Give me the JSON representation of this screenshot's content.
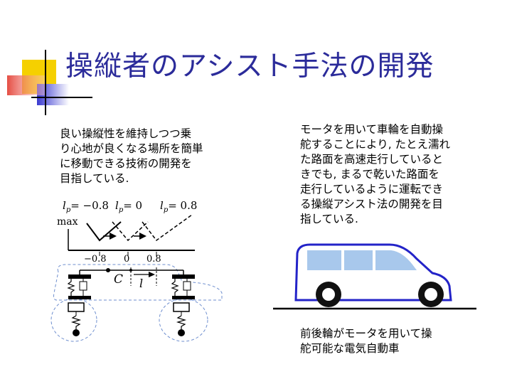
{
  "slide": {
    "title": "操縦者のアシスト手法の開発",
    "left_text": "良い操縦性を維持しつつ乗\nり心地が良くなる場所を簡単\nに移動できる技術の開発を\n目指している.",
    "right_text": "モータを用いて車輪を自動操\n舵することにより, たとえ濡れ\nた路面を高速走行していると\nきでも, まるで乾いた路面を\n走行しているように運転でき\nる操縦アシスト法の開発を目\n指している.",
    "caption": "前後輪がモータを用いて操\n舵可能な電気自動車"
  },
  "diagram": {
    "lp_labels": [
      {
        "l": "l",
        "sub": "p",
        "rest": "= −0.8"
      },
      {
        "l": "l",
        "sub": "p",
        "rest": "= 0"
      },
      {
        "l": "l",
        "sub": "p",
        "rest": "= 0.8"
      }
    ],
    "y_label": "max",
    "ticks": [
      "−0.8",
      "0",
      "0.8"
    ],
    "C_label": "C",
    "l_label": "l"
  },
  "colors": {
    "title": "#2b2b9a",
    "deco_yellow": "#f5d000",
    "deco_red": "#e23a2e",
    "deco_blue": "#3a3ad0",
    "car_outline": "#2323c8",
    "dashed": "#6f8fcf"
  }
}
